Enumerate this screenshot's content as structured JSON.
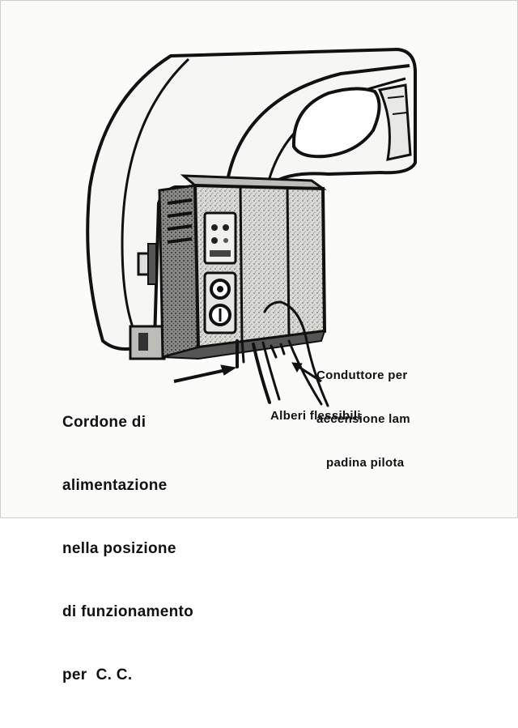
{
  "labels": {
    "power_cord": {
      "lines": [
        "Cordone di",
        "alimentazione",
        "nella posizione",
        "di funzionamento",
        "per  C. C."
      ]
    },
    "pilot_lamp_conductor": {
      "lines": [
        "Conduttore per",
        "accensione lam",
        "padina pilota"
      ]
    },
    "flexible_shafts": {
      "text": "Alberi flessibili"
    }
  },
  "colors": {
    "ink": "#111111",
    "paper": "#fbfbfa",
    "shade": "#6f6f6f"
  }
}
